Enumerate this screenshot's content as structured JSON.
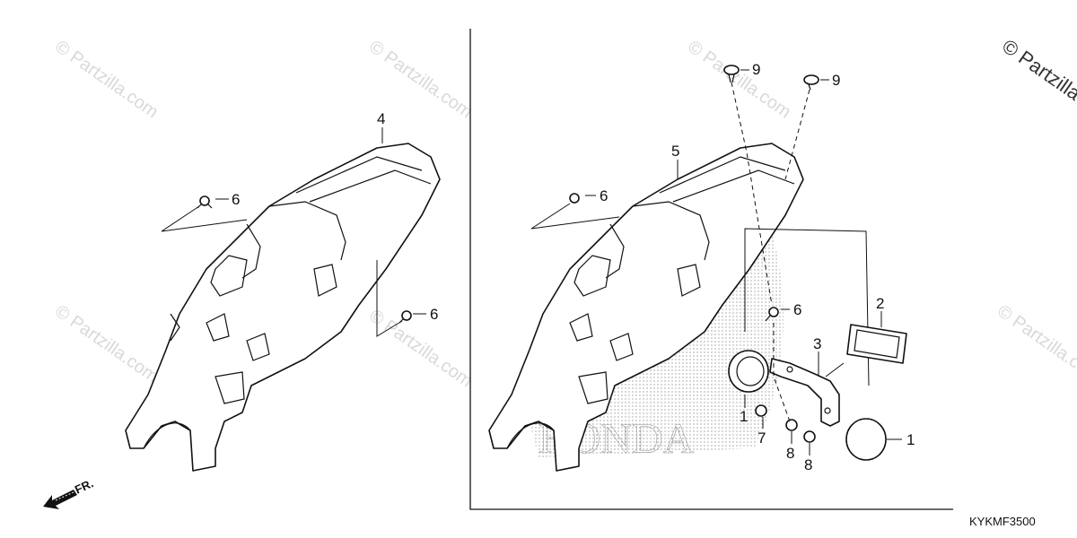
{
  "diagram": {
    "code": "KYKMF3500",
    "direction_label": "FR.",
    "watermark": "© Partzilla.com",
    "watermark_corner": "© Partzilla",
    "brand_backdrop": "HONDA",
    "callouts": {
      "left_fender": "4",
      "left_bolt_top": "6",
      "left_bolt_right": "6",
      "right_fender": "5",
      "right_bolt_left": "6",
      "screw_a": "9",
      "screw_b": "9",
      "bolt_center": "6",
      "reflector_plate": "2",
      "bracket": "3",
      "reflector_left": "1",
      "reflector_right": "1",
      "nut_a": "7",
      "nut_b": "8",
      "nut_c": "8"
    }
  }
}
